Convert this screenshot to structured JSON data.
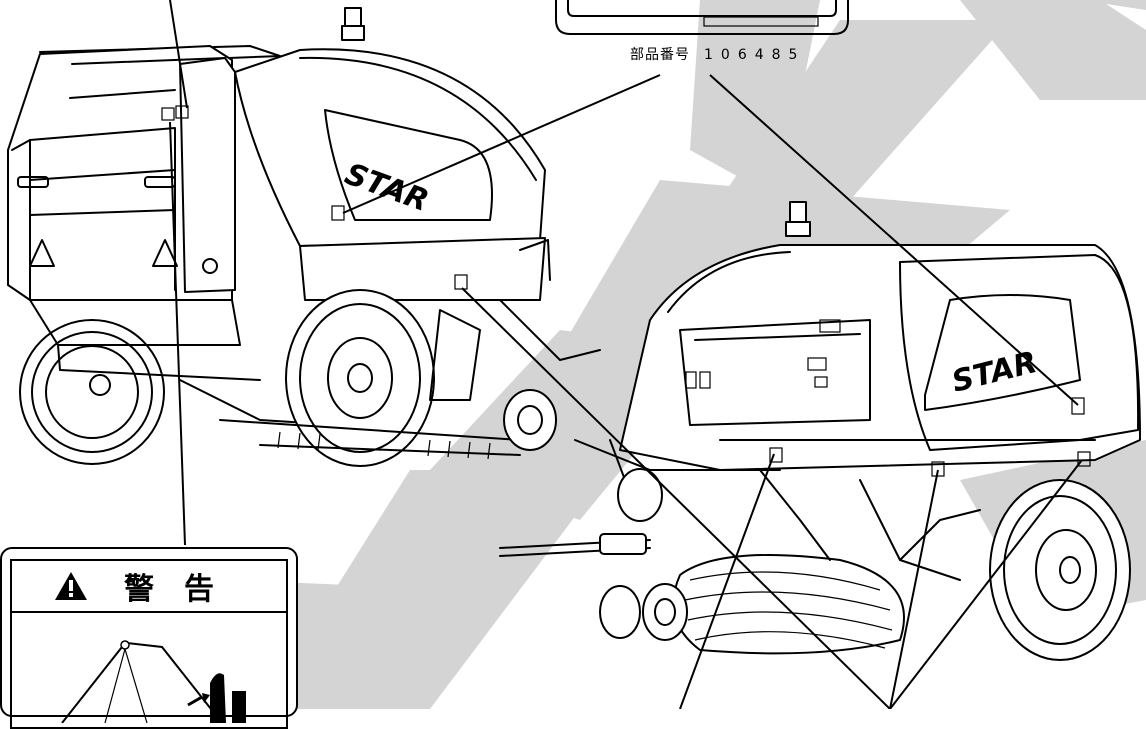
{
  "part_number": {
    "label": "部品番号",
    "value": "106485"
  },
  "warning_label": {
    "title": "警告",
    "icon": "warning-triangle-icon"
  },
  "machines": [
    {
      "brand": "STAR"
    },
    {
      "brand": "STAR"
    }
  ],
  "colors": {
    "ink": "#000000",
    "watermark": "#d4d4d4"
  }
}
